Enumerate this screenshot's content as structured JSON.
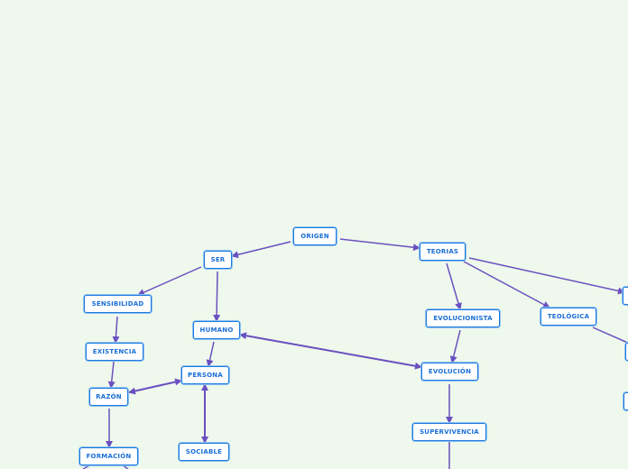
{
  "colors": {
    "background": "#eef8ec",
    "edge": "#6a50c0",
    "node_border": "#1a7ae0",
    "node_text": "#1a6fd6"
  },
  "nodes": {
    "origen": "ORIGEN",
    "ser": "SER",
    "sensibilidad": "SENSIBILIDAD",
    "humano": "HUMANO",
    "existencia": "EXISTENCIA",
    "persona": "PERSONA",
    "razon": "RAZÓN",
    "sociable": "SOCIABLE",
    "formacion": "FORMACIÓN",
    "teorias": "TEORIAS",
    "evolucionista": "EVOLUCIONISTA",
    "teologica": "TEOLÓGICA",
    "evolucion": "EVOLUCIÓN",
    "supervivencia": "SUPERVIVENCIA"
  }
}
